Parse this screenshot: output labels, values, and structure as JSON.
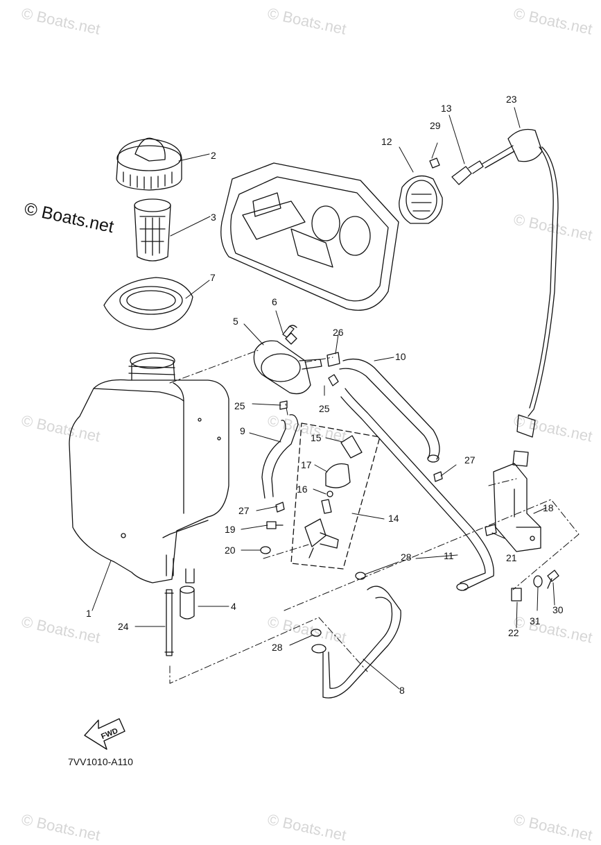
{
  "watermark": "© Boats.net",
  "watermark_main": "© Boats.net",
  "diagram_code": "7VV1010-A110",
  "fwd_label": "FWD",
  "parts": [
    "1",
    "2",
    "3",
    "4",
    "5",
    "6",
    "7",
    "8",
    "9",
    "10",
    "11",
    "12",
    "13",
    "14",
    "15",
    "16",
    "17",
    "18",
    "19",
    "20",
    "21",
    "22",
    "23",
    "24",
    "25",
    "25",
    "26",
    "27",
    "27",
    "28",
    "28",
    "29",
    "30",
    "31"
  ]
}
